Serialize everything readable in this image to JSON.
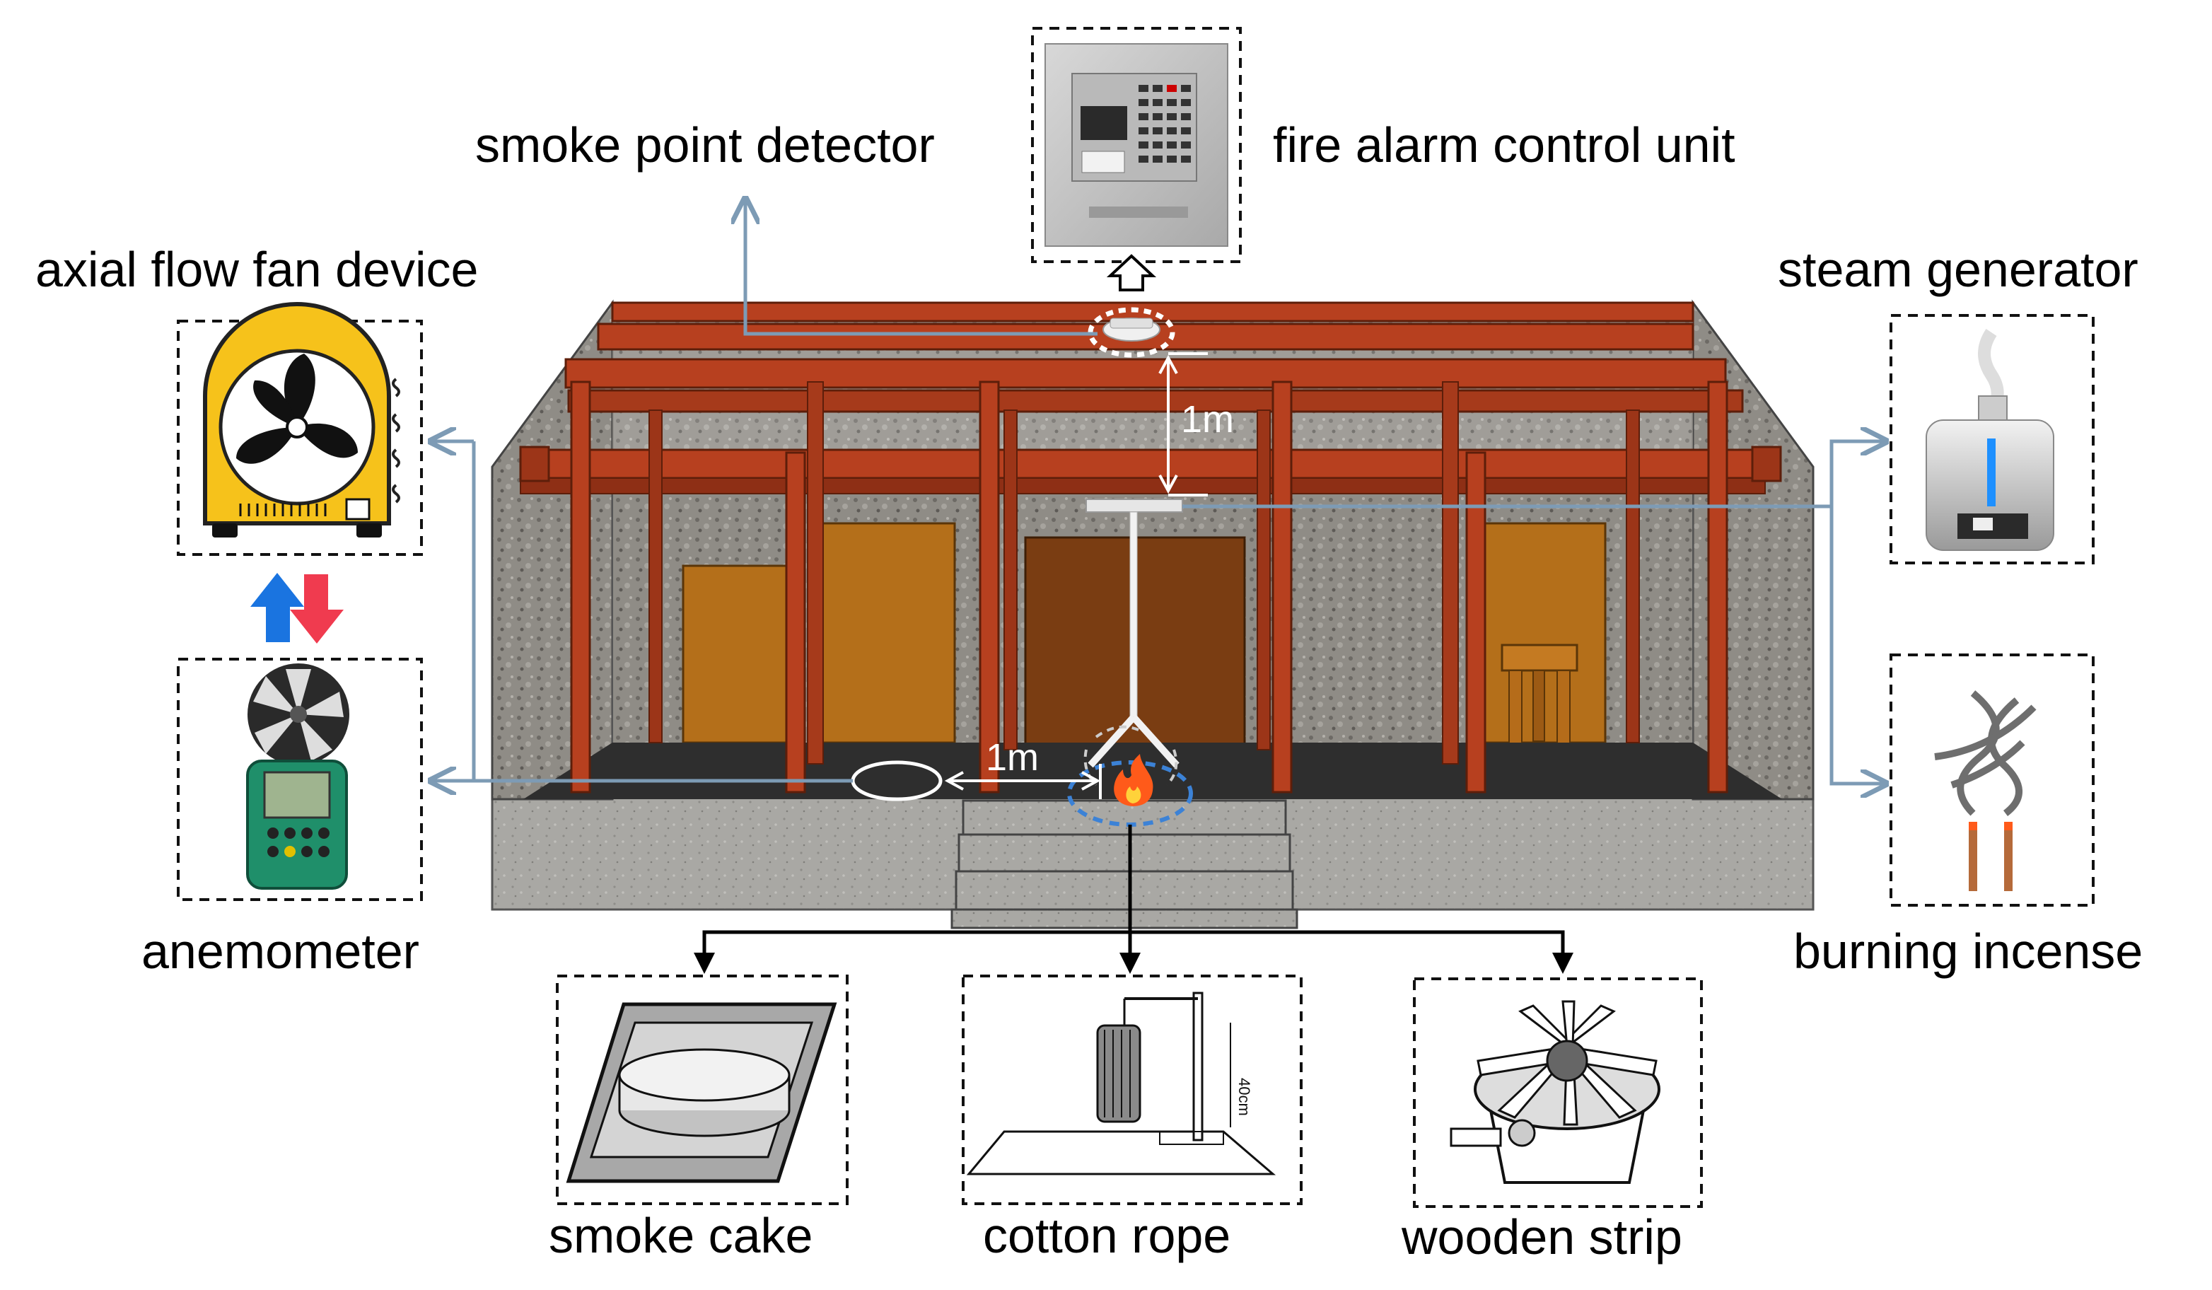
{
  "labels": {
    "smoke_point_detector": "smoke point detector",
    "fire_alarm_control_unit": "fire alarm control unit",
    "axial_flow_fan_device": "axial flow fan device",
    "steam_generator": "steam generator",
    "anemometer": "anemometer",
    "burning_incense": "burning incense",
    "smoke_cake": "smoke cake",
    "cotton_rope": "cotton rope",
    "wooden_strip": "wooden strip"
  },
  "dimensions": {
    "ceiling_height": "1m",
    "floor_distance": "1m"
  },
  "colors": {
    "beam": "#b7401f",
    "beam_dark": "#7e2a12",
    "connector": "#7d9bb5",
    "dashed_border": "#111111",
    "door": "#b46f1a",
    "floor": "#2e2e2e",
    "wall": "#8d8a84",
    "flame": "#ff5a1a",
    "fan_yellow": "#f6c21b"
  }
}
